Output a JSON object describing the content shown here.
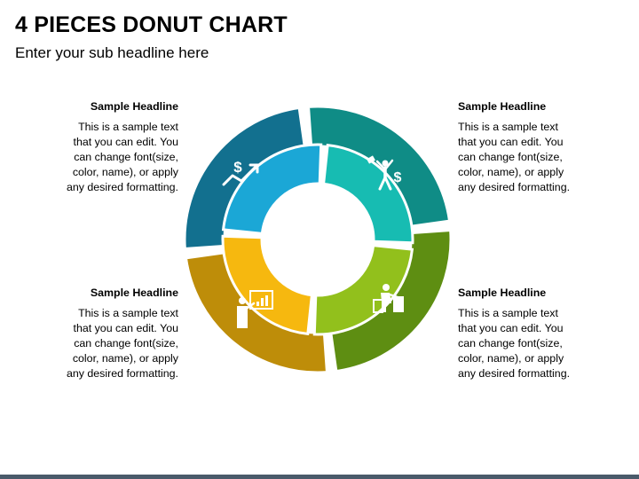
{
  "title": "4 PIECES DONUT CHART",
  "subtitle": "Enter your sub headline here",
  "blocks": {
    "top_left": {
      "headline": "Sample Headline",
      "body": "This is a sample text\nthat you can edit. You\ncan change font(size,\ncolor, name), or apply\nany desired formatting."
    },
    "top_right": {
      "headline": "Sample Headline",
      "body": "This is a sample text\nthat you can edit. You\ncan change font(size,\ncolor, name), or apply\nany desired formatting."
    },
    "bottom_left": {
      "headline": "Sample Headline",
      "body": "This is a sample text\nthat you can edit. You\ncan change font(size,\ncolor, name), or apply\nany desired formatting."
    },
    "bottom_right": {
      "headline": "Sample Headline",
      "body": "This is a sample text\nthat you can edit. You\ncan change font(size,\ncolor, name), or apply\nany desired formatting."
    }
  },
  "segments": [
    {
      "name": "top-left",
      "outer_color": "#12708f",
      "inner_color": "#1ba7d6",
      "icon": "growth-dollar-arrow-icon"
    },
    {
      "name": "top-right",
      "outer_color": "#0f8c86",
      "inner_color": "#17bcb2",
      "icon": "celebrating-person-dollar-icon"
    },
    {
      "name": "bottom-right",
      "outer_color": "#5e8e12",
      "inner_color": "#92c01c",
      "icon": "person-at-desk-icon"
    },
    {
      "name": "bottom-left",
      "outer_color": "#be8d09",
      "inner_color": "#f6b80f",
      "icon": "presenter-board-icon"
    }
  ],
  "colors": {
    "background": "#ffffff",
    "bottom_bar": "#4a5a6a"
  }
}
